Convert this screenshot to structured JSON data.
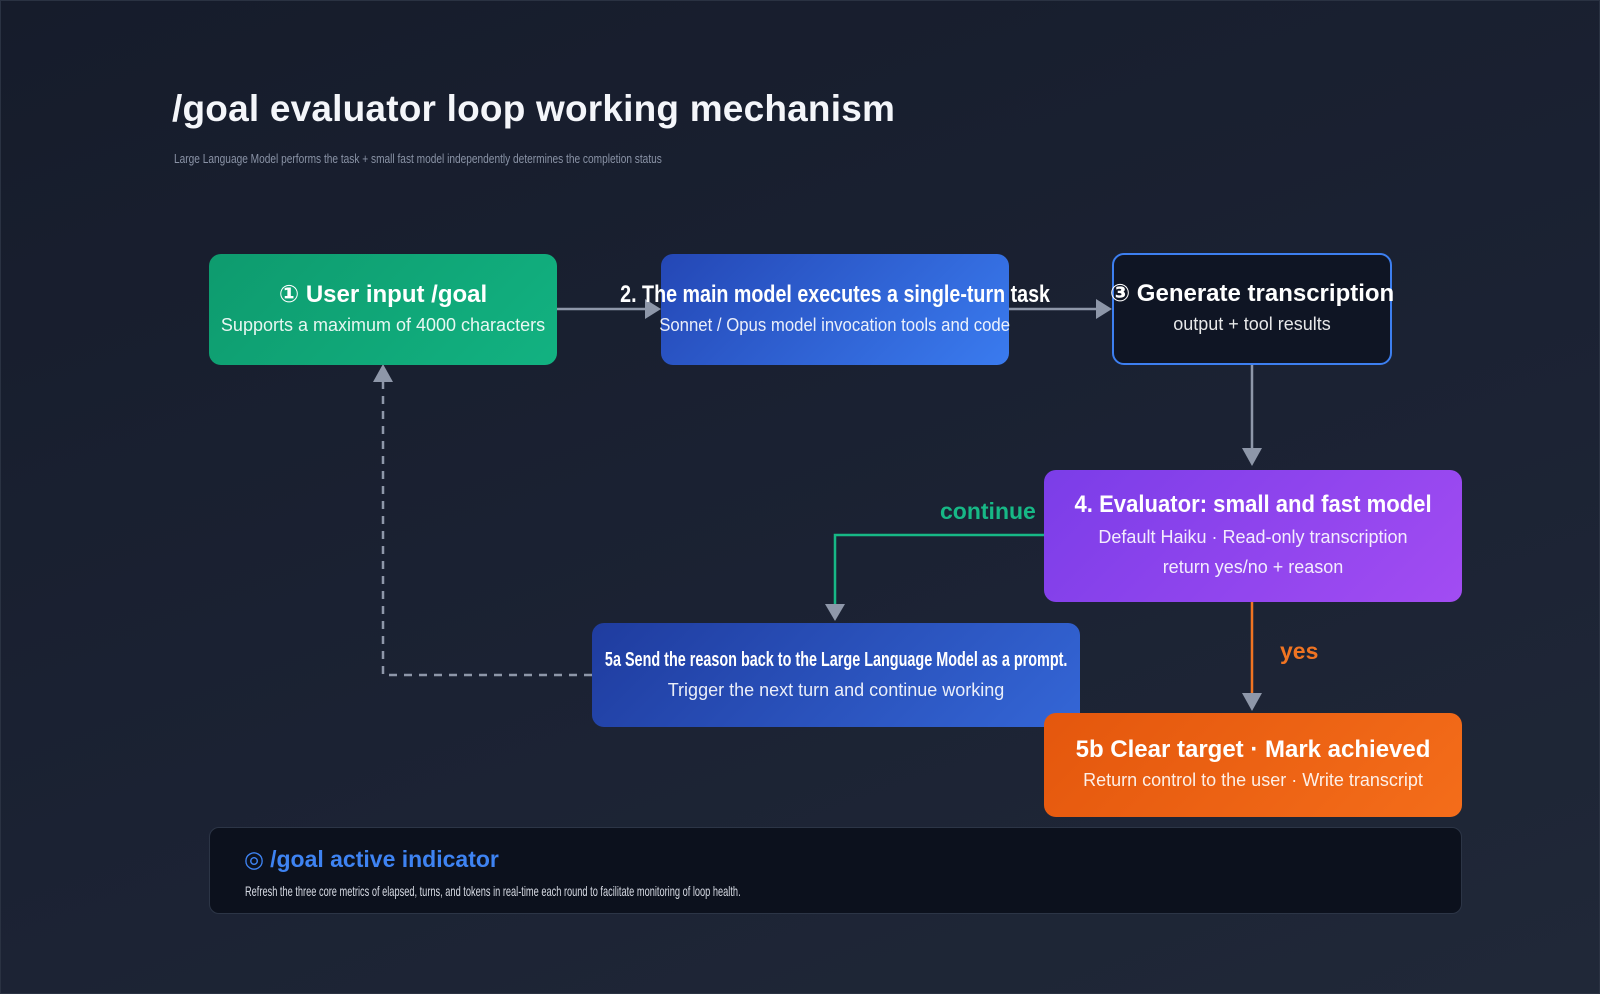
{
  "title": "/goal evaluator loop working mechanism",
  "subtitle": "Large Language Model performs the task + small fast model independently determines the completion status",
  "nodes": {
    "user_input": {
      "title": "① User input /goal",
      "subtitle": "Supports a maximum of 4000 characters",
      "color": "#10a878"
    },
    "main_model": {
      "title": "2. The main model executes a single-turn task",
      "subtitle": "Sonnet / Opus model invocation tools and code",
      "color": "#2f63d8"
    },
    "transcription": {
      "title": "③ Generate transcription",
      "subtitle": "output + tool results",
      "color": "#3d7ff0"
    },
    "evaluator": {
      "title": "4. Evaluator: small and fast model",
      "subtitle_line1": "Default Haiku · Read-only transcription",
      "subtitle_line2": "return yes/no + reason",
      "color": "#8e45ee"
    },
    "send_back": {
      "title": "5a Send the reason back to the Large Language Model as a prompt.",
      "subtitle": "Trigger the next turn and continue working",
      "color": "#2950bd"
    },
    "clear_target": {
      "title": "5b Clear target · Mark achieved",
      "subtitle": "Return control to the user · Write transcript",
      "color": "#ef6413"
    }
  },
  "edges": {
    "continue_label": "continue",
    "yes_label": "yes",
    "continue_color": "#17b886",
    "yes_color": "#f07422",
    "arrow_color": "#8e97a9"
  },
  "legend": {
    "icon": "target-ring-icon",
    "ring_glyph": "◎",
    "title": "/goal active indicator",
    "description": "Refresh the three core metrics of elapsed, turns, and tokens in real-time each round to facilitate monitoring of loop health."
  }
}
